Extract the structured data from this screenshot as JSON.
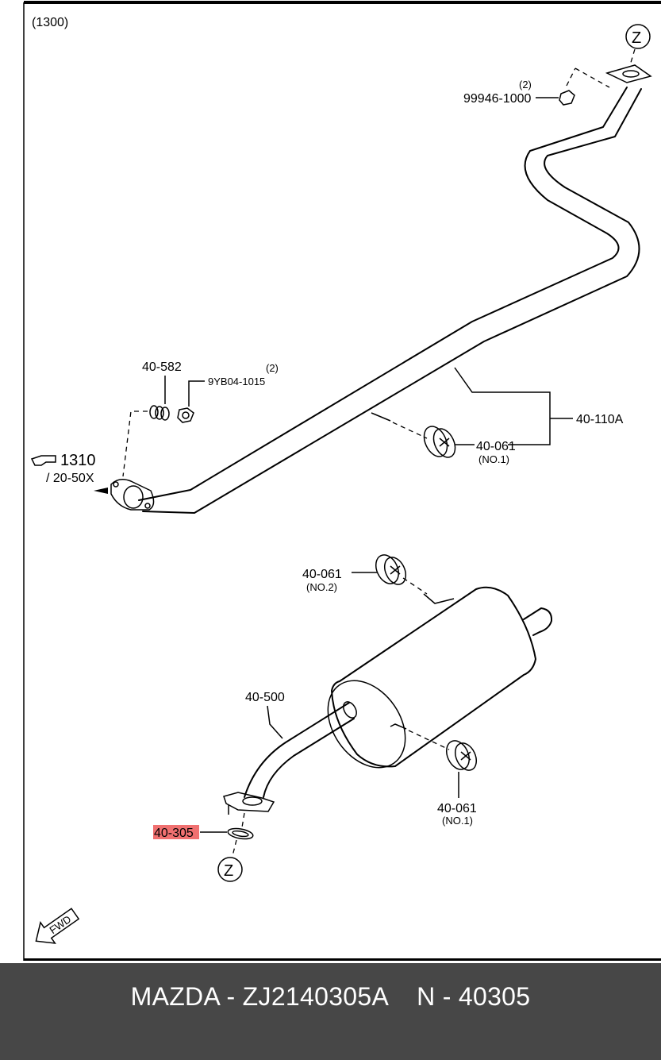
{
  "diagram": {
    "section_code": "(1300)",
    "nut_label": "99946-1000",
    "nut_qty": "(2)",
    "spring_label": "40-582",
    "bolt_label": "9YB04-1015",
    "bolt_qty": "(2)",
    "ref_section": "1310",
    "ref_sub": "/ 20-50X",
    "front_pipe_label": "40-110A",
    "hanger_front_label": "40-061",
    "hanger_front_sub": "(NO.1)",
    "hanger_top_label": "40-061",
    "hanger_top_sub": "(NO.2)",
    "muffler_label": "40-500",
    "gasket_label": "40-305",
    "hanger_rear_label": "40-061",
    "hanger_rear_sub": "(NO.1)",
    "connector_top": "Z",
    "connector_bottom": "Z",
    "fwd_label": "FWD",
    "highlight_color": "#f07070"
  },
  "footer": {
    "title": "MAZDA - ZJ2140305A    N - 40305"
  }
}
